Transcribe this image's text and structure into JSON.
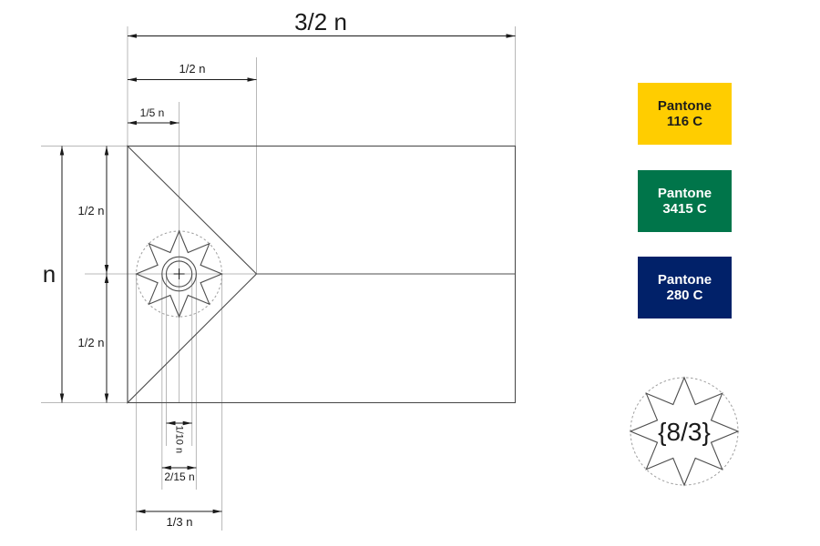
{
  "flag_construction": {
    "dim_labels": {
      "total_width": "3/2 n",
      "triangle_width": "1/2 n",
      "star_offset": "1/5 n",
      "total_height": "n",
      "upper_half": "1/2 n",
      "lower_half": "1/2 n",
      "inner_ring": "1/10 n",
      "outer_ring": "2/15 n",
      "star_circle": "1/3 n"
    }
  },
  "palette": {
    "swatches": [
      {
        "brand": "Pantone",
        "code": "116 C",
        "hex": "#FFCD00",
        "text": "#1d1d1b"
      },
      {
        "brand": "Pantone",
        "code": "3415 C",
        "hex": "#00754A",
        "text": "#ffffff"
      },
      {
        "brand": "Pantone",
        "code": "280 C",
        "hex": "#012169",
        "text": "#ffffff"
      }
    ]
  },
  "star_spec": {
    "label": "{8/3}",
    "points": 8,
    "step": 3
  }
}
